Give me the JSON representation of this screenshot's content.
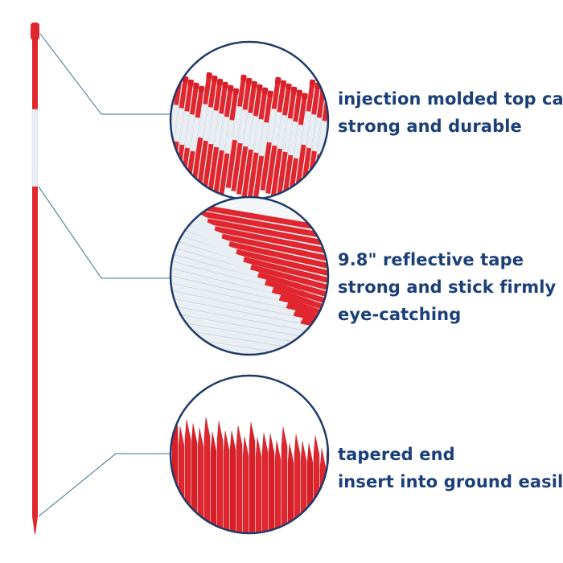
{
  "features": {
    "top_cap": {
      "line1": "injection molded top cap",
      "line2": "strong and durable"
    },
    "reflective_tape": {
      "line1": "9.8\" reflective tape",
      "line2": "strong and stick firmly",
      "line3": "eye-catching"
    },
    "tapered_end": {
      "line1": "tapered end",
      "line2": "insert into ground easily"
    }
  },
  "colors": {
    "pole_red": "#e0262e",
    "reflective_white": "#e8eef3",
    "circle_border": "#1f3a68",
    "connector_line": "#3a6aa0",
    "text": "#1b3f78"
  }
}
